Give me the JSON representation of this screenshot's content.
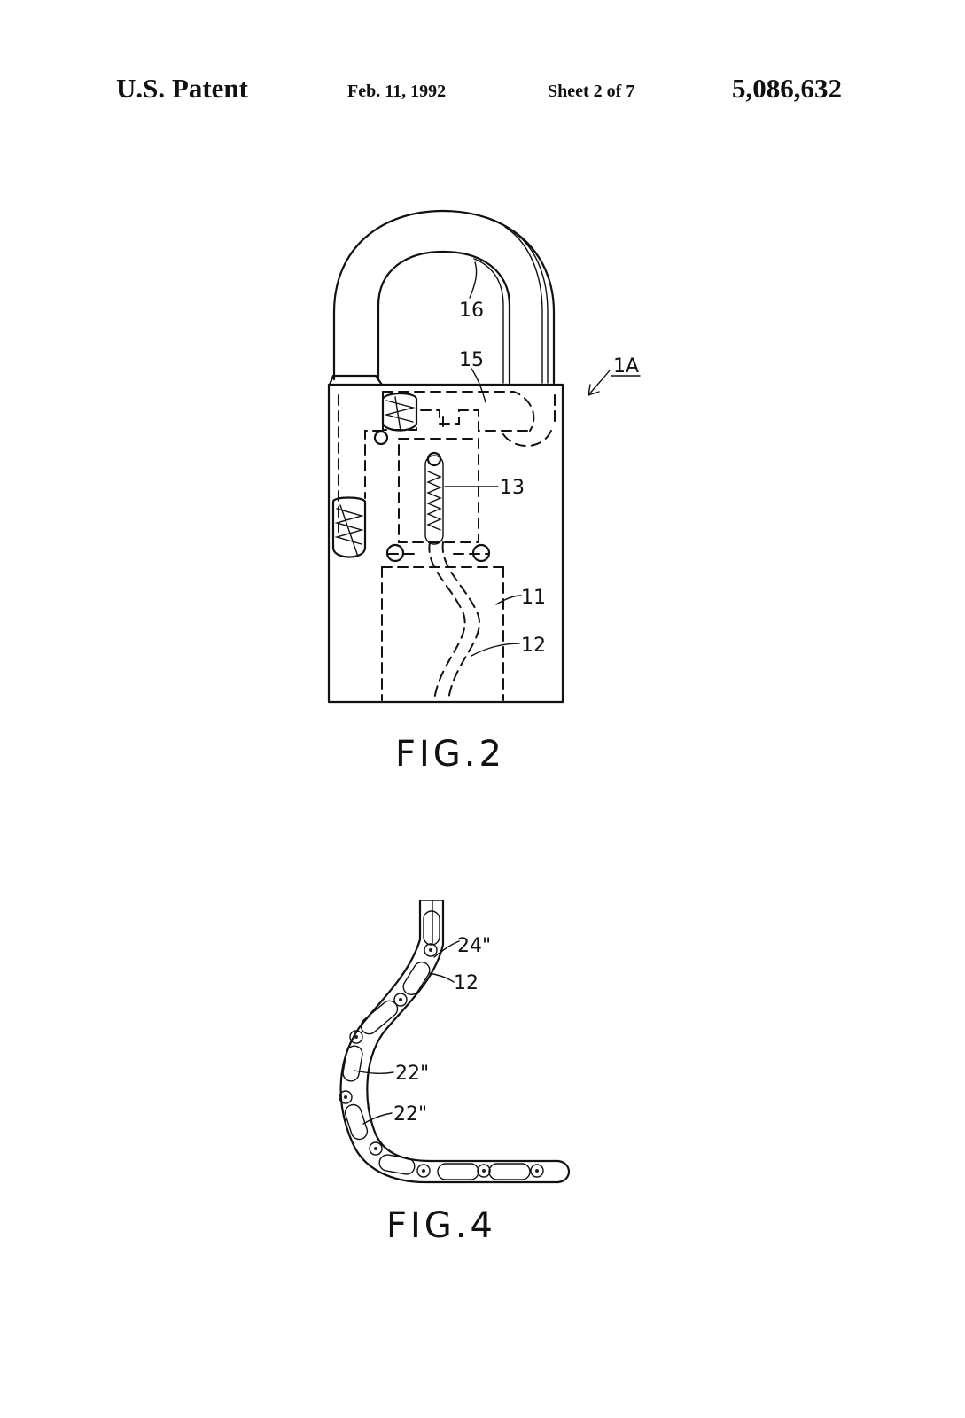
{
  "header": {
    "patent": "U.S. Patent",
    "date": "Feb. 11, 1992",
    "sheet": "Sheet 2 of 7",
    "number": "5,086,632"
  },
  "fig2": {
    "caption": "FIG.2",
    "labels": {
      "ref_1a": "1A",
      "ref_16": "16",
      "ref_15": "15",
      "ref_13": "13",
      "ref_11": "11",
      "ref_12": "12"
    }
  },
  "fig4": {
    "caption": "FIG.4",
    "labels": {
      "ref_24": "24\"",
      "ref_12": "12",
      "ref_22a": "22\"",
      "ref_22b": "22\""
    }
  }
}
